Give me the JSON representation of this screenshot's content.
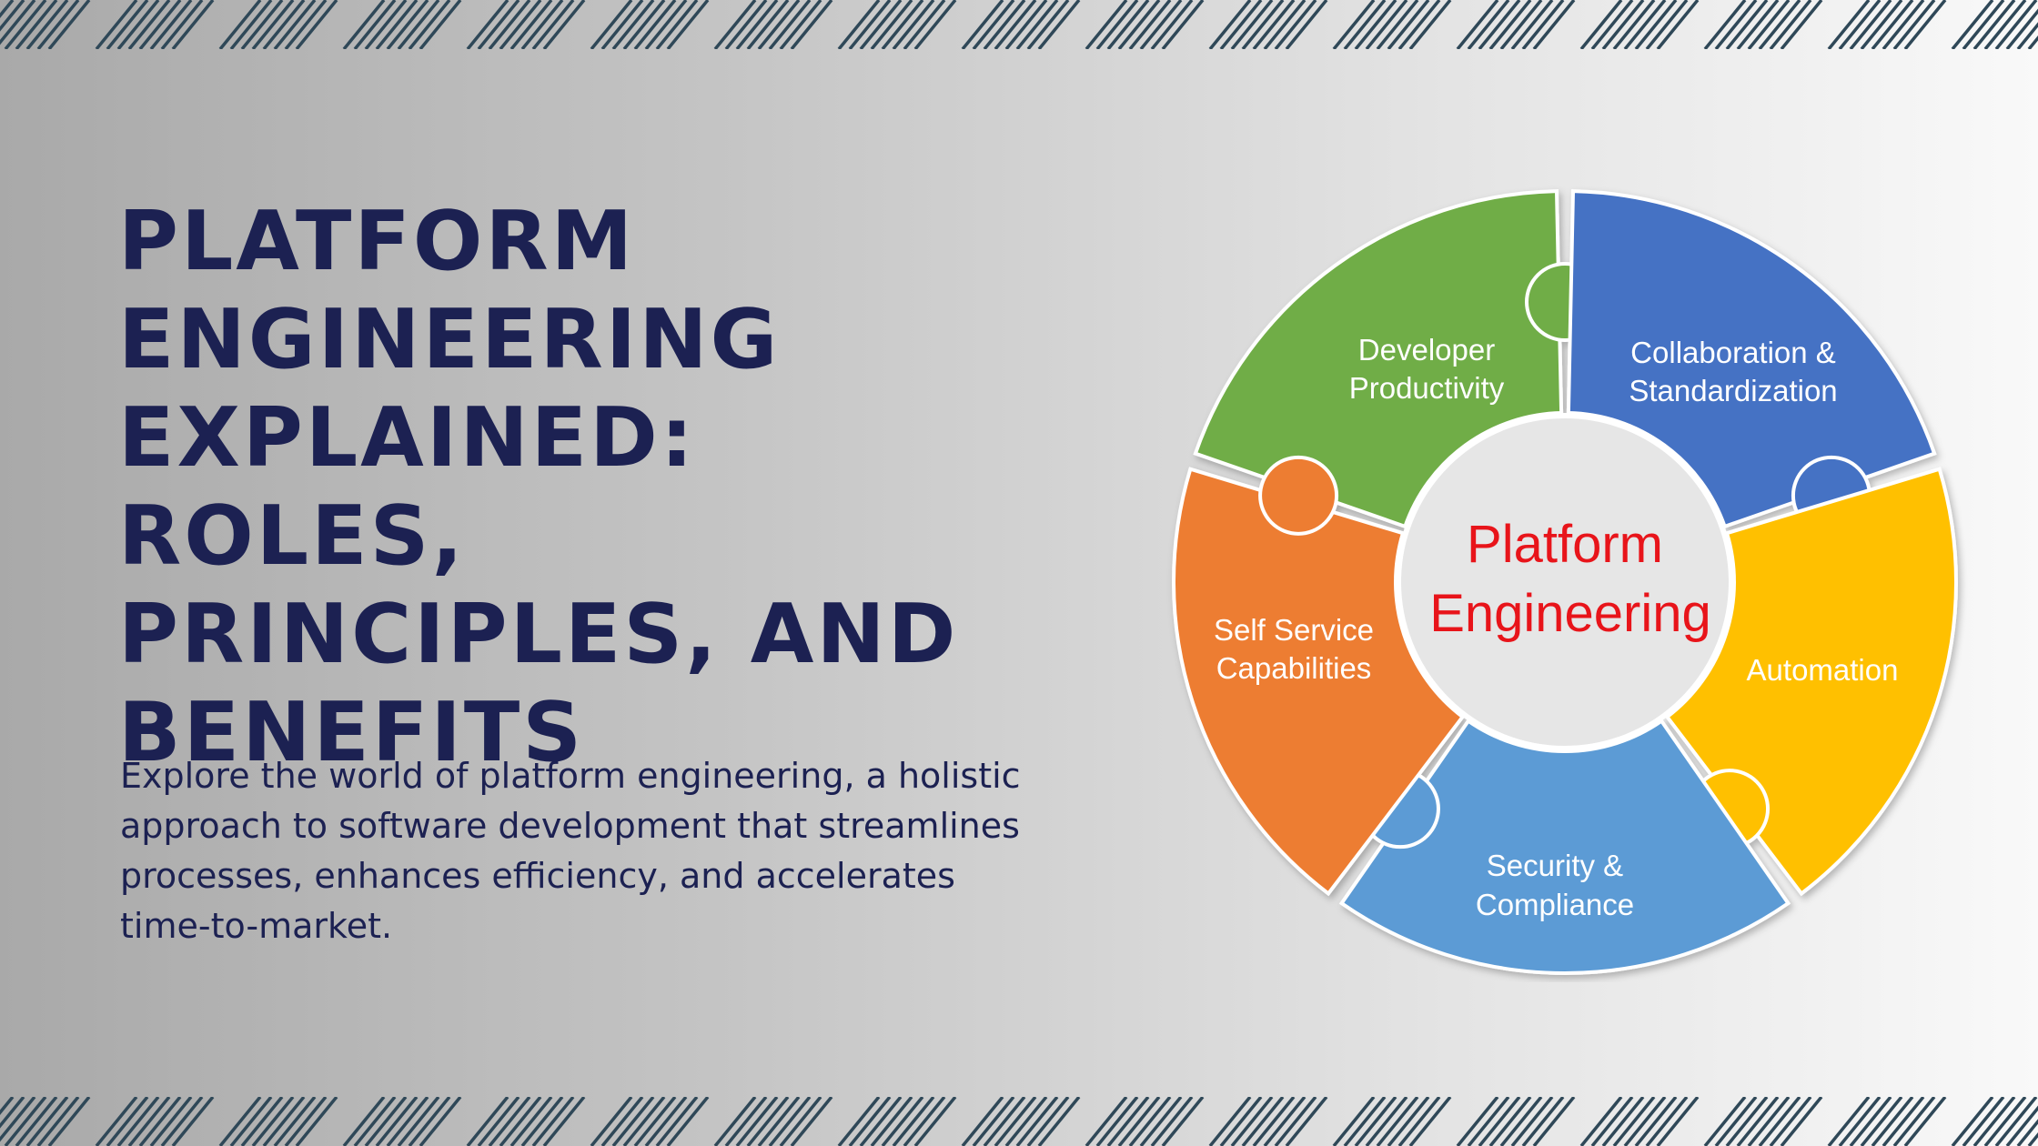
{
  "title": "PLATFORM ENGINEERING EXPLAINED: ROLES, PRINCIPLES, AND BENEFITS",
  "subtitle": "Explore the world of platform engineering, a holistic approach to software development that streamlines processes, enhances efficiency, and accelerates time-to-market.",
  "colors": {
    "title_text": "#1c2152",
    "stripe": "#2f4858",
    "center_text": "#e8141a",
    "segment_text": "#ffffff"
  },
  "diagram": {
    "center": {
      "line1": "Platform",
      "line2": "Engineering"
    },
    "segments": [
      {
        "name": "developer-productivity",
        "line1": "Developer",
        "line2": "Productivity",
        "color": "#70ad47"
      },
      {
        "name": "collaboration-standardization",
        "line1": "Collaboration &",
        "line2": "Standardization",
        "color": "#4472c4"
      },
      {
        "name": "automation",
        "line1": "Automation",
        "line2": "",
        "color": "#ffc000"
      },
      {
        "name": "security-compliance",
        "line1": "Security &",
        "line2": "Compliance",
        "color": "#5b9bd5"
      },
      {
        "name": "self-service-capabilities",
        "line1": "Self Service",
        "line2": "Capabilities",
        "color": "#ed7d31"
      }
    ]
  }
}
